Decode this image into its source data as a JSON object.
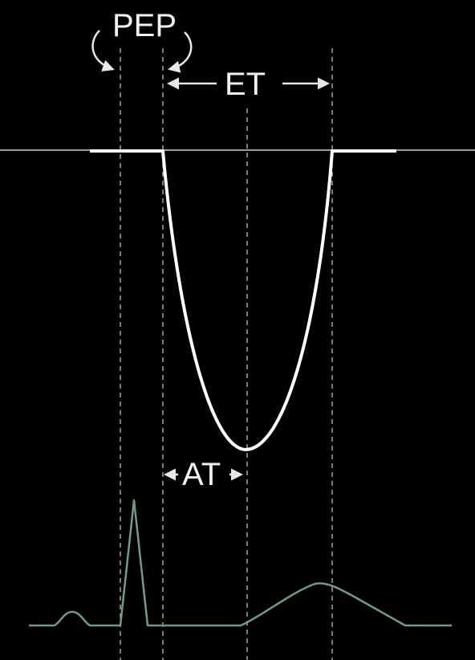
{
  "labels": {
    "pep": "PEP",
    "et": "ET",
    "at": "AT"
  },
  "colors": {
    "background": "#000000",
    "doppler_trace": "#ffffff",
    "ecg_trace": "#6f9a8c",
    "guide_lines": "#bdbdbd",
    "label_text": "#f2f2f2"
  }
}
